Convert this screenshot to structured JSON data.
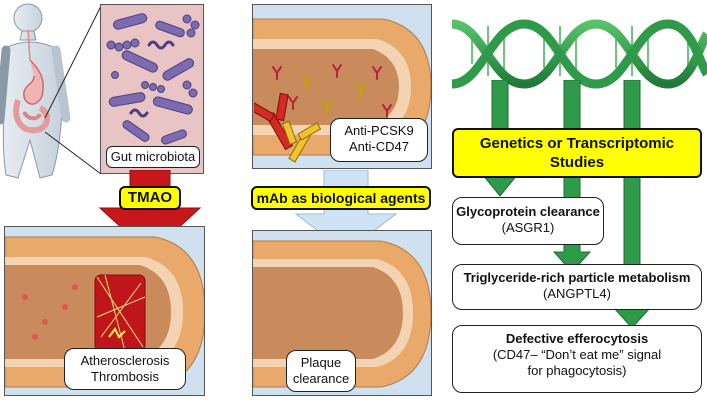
{
  "panel1": {
    "microbiota_label": "Gut microbiota",
    "tmao_label": "TMAO",
    "outcome_line1": "Atherosclerosis",
    "outcome_line2": "Thrombosis"
  },
  "panel2": {
    "antibody_line1": "Anti-PCSK9",
    "antibody_line2": "Anti-CD47",
    "mab_label": "mAb as biological agents",
    "outcome_line1": "Plaque",
    "outcome_line2": "clearance"
  },
  "panel3": {
    "header_line1": "Genetics or Transcriptomic",
    "header_line2": "Studies",
    "items": [
      {
        "title": "Glycoprotein clearance",
        "sub": "(ASGR1)"
      },
      {
        "title": "Triglyceride-rich particle metabolism",
        "sub": "(ANGPTL4)"
      },
      {
        "title": "Defective efferocytosis",
        "sub1": "(CD47– “Don’t eat me” signal",
        "sub2": "for phagocytosis)"
      }
    ]
  },
  "colors": {
    "artery_wall": "#e9a96b",
    "artery_lumen": "#c98a5c",
    "panel_bg": "#cfe0ef",
    "tmao_arrow": "#c8171b",
    "mab_arrow": "#cfe3f6",
    "dna_green": "#2f9a4a",
    "label_yellow": "#ffff00"
  }
}
